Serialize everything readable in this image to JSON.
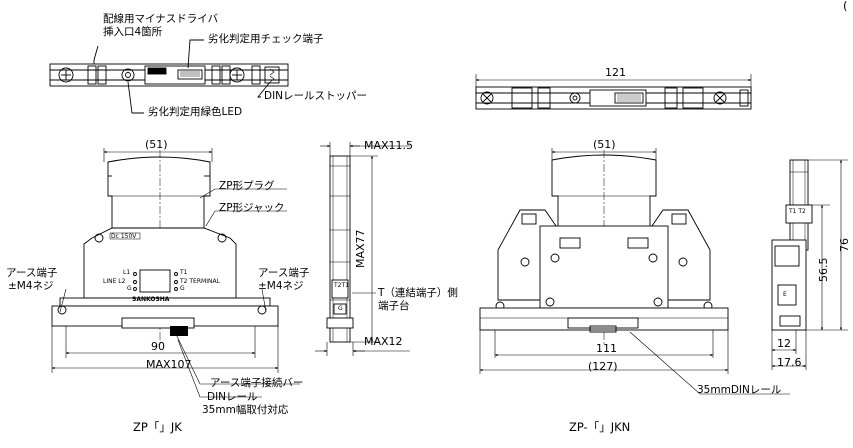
{
  "corner_mark": "(",
  "top_labels": {
    "driver_slot": [
      "配線用マイナスドライバ",
      "挿入口4箇所"
    ],
    "check_terminal": "劣化判定用チェック端子",
    "green_led": "劣化判定用緑色LED",
    "din_stopper": "DINレールストッパー"
  },
  "left_front": {
    "dim_top": "(51)",
    "zp_plug": "ZP形プラグ",
    "zp_jack": "ZP形ジャック",
    "earth_left": [
      "アース端子",
      "±M4ネジ"
    ],
    "earth_right": [
      "アース端子",
      "±M4ネジ"
    ],
    "dim_90": "90",
    "dim_max107": "MAX107",
    "earth_bar": "アース端子接続バー",
    "din_rail": [
      "DINレール",
      "35mm幅取付対応"
    ],
    "caption": "ZP「」JK",
    "panel_text": {
      "l1": "L1",
      "line_l2": "LINE L2",
      "g_left": "G",
      "t1": "T1",
      "t2_terminal": "T2 TERMINAL",
      "g_right": "G",
      "brand": "SANKOSHA",
      "voltage_tag": "Dc 150V"
    }
  },
  "left_side": {
    "max11_5": "MAX11.5",
    "max77": "MAX77",
    "t_terminal": [
      "T（連結端子）側",
      "端子台"
    ],
    "max12": "MAX12",
    "block_text": "T2T1",
    "block_text2": "G"
  },
  "right_top": {
    "dim_121": "121"
  },
  "right_front": {
    "dim_top": "(51)",
    "dim_111": "111",
    "dim_127": "(127)",
    "din_rail": "35mmDINレール",
    "caption": "ZP-「」JKN"
  },
  "right_side": {
    "dim_76": "76",
    "dim_56_5": "56.5",
    "dim_12": "12",
    "dim_17_6": "17.6",
    "block_text": "T1 T2",
    "block_text2": "E"
  }
}
